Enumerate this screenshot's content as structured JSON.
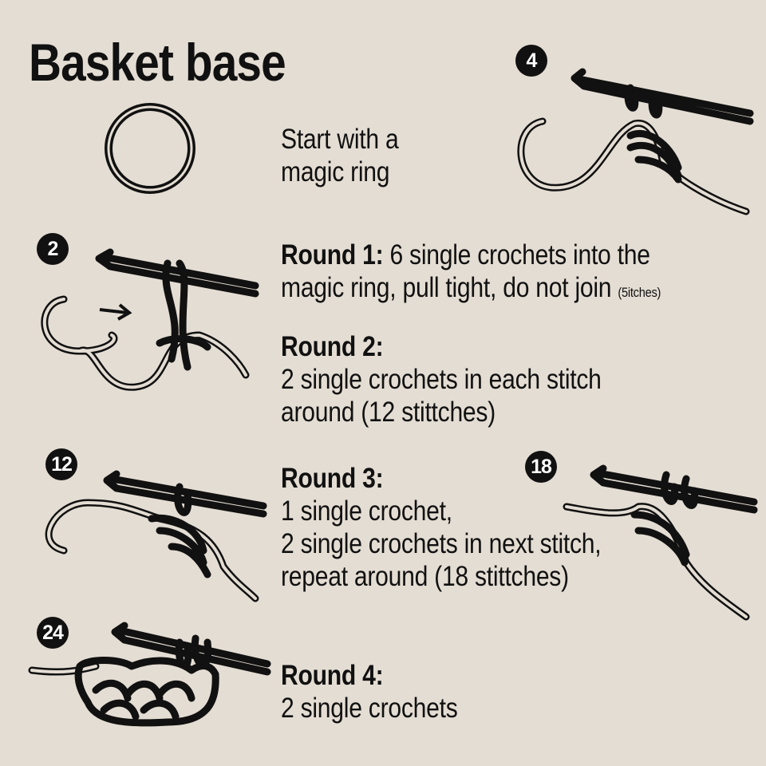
{
  "title": "Basket base",
  "steps": {
    "start": {
      "text_line1": "Start with a",
      "text_line2": "magic ring"
    },
    "round1": {
      "label": "Round 1:",
      "text_line1": " 6 single crochets into the",
      "text_line2": "magic ring, pull tight, do not join",
      "note": "(5itches)"
    },
    "round2": {
      "label": "Round 2:",
      "text_line1": "2 single crochets in each stitch",
      "text_line2": "around (12 stittches)"
    },
    "round3": {
      "label": "Round 3:",
      "text_line1": "1 single crochet,",
      "text_line2": "2 single crochets in next stitch,",
      "text_line3": "repeat around (18 stittches)"
    },
    "round4": {
      "label": "Round 4:",
      "text_line1": "2 single crochets"
    }
  },
  "badges": {
    "b4": "4",
    "b2": "2",
    "b12": "12",
    "b18": "18",
    "b24": "24"
  },
  "colors": {
    "background": "#e4ddd3",
    "ink": "#111111"
  }
}
